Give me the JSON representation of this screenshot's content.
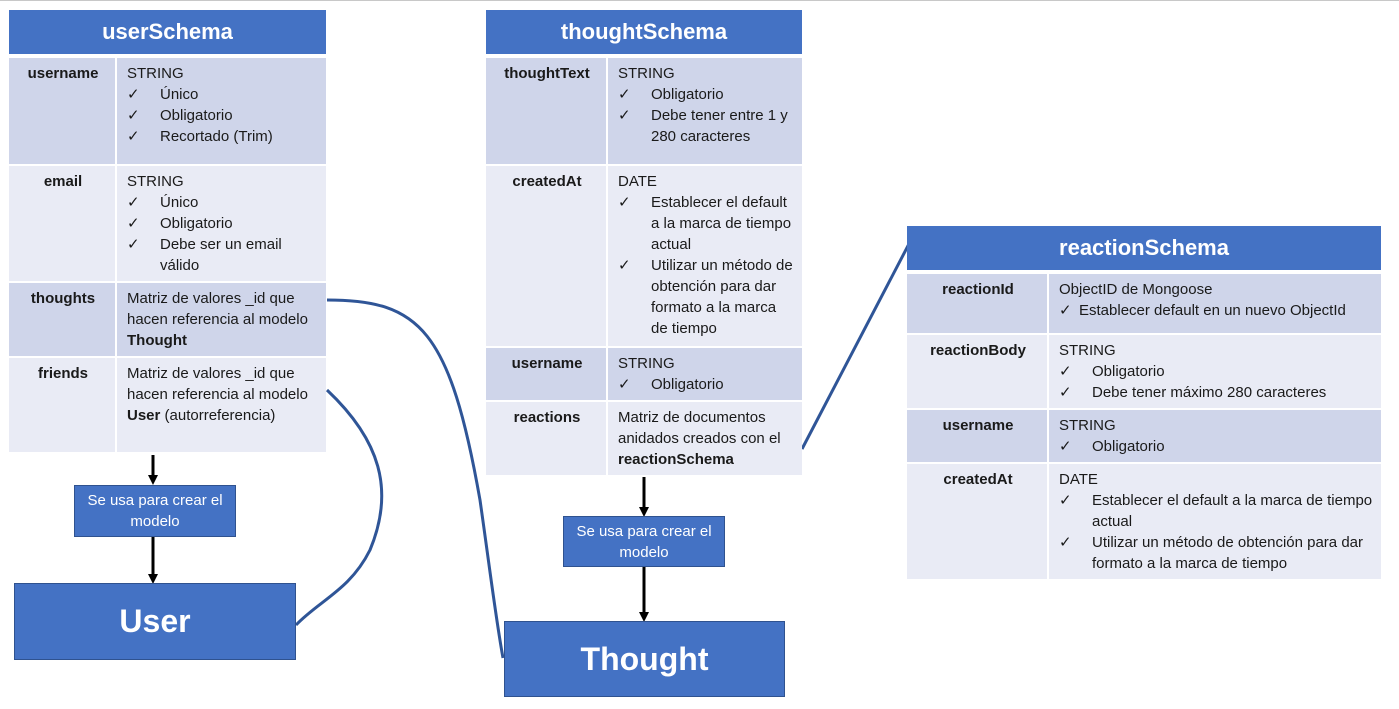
{
  "userSchema": {
    "title": "userSchema",
    "fields": [
      {
        "name": "username",
        "type": "STRING",
        "checks": [
          "Único",
          "Obligatorio",
          "Recortado (Trim)"
        ]
      },
      {
        "name": "email",
        "type": "STRING",
        "checks": [
          "Único",
          "Obligatorio",
          "Debe ser un email válido"
        ]
      },
      {
        "name": "thoughts",
        "desc_pre": "Matriz de valores _id que hacen referencia al modelo ",
        "desc_bold": "Thought",
        "desc_post": ""
      },
      {
        "name": "friends",
        "desc_pre": "Matriz de valores _id que hacen referencia al modelo ",
        "desc_bold": "User",
        "desc_post": " (autorreferencia)"
      }
    ]
  },
  "thoughtSchema": {
    "title": "thoughtSchema",
    "fields": [
      {
        "name": "thoughtText",
        "type": "STRING",
        "checks": [
          "Obligatorio",
          "Debe tener entre 1 y 280 caracteres"
        ]
      },
      {
        "name": "createdAt",
        "type": "DATE",
        "checks": [
          "Establecer el default a la marca de tiempo actual",
          "Utilizar un método de obtención para dar formato a la marca de tiempo"
        ]
      },
      {
        "name": "username",
        "type": "STRING",
        "checks": [
          "Obligatorio"
        ]
      },
      {
        "name": "reactions",
        "desc_pre": "Matriz de documentos anidados creados con el ",
        "desc_bold": "reactionSchema",
        "desc_post": ""
      }
    ]
  },
  "reactionSchema": {
    "title": "reactionSchema",
    "fields": [
      {
        "name": "reactionId",
        "type": "ObjectID de Mongoose",
        "checks": [
          "Establecer default en un nuevo ObjectId"
        ]
      },
      {
        "name": "reactionBody",
        "type": "STRING",
        "checks": [
          "Obligatorio",
          "Debe tener máximo 280 caracteres"
        ]
      },
      {
        "name": "username",
        "type": "STRING",
        "checks": [
          "Obligatorio"
        ]
      },
      {
        "name": "createdAt",
        "type": "DATE",
        "checks": [
          "Establecer el default a la marca de tiempo actual",
          "Utilizar un método de obtención para dar formato a la marca de tiempo"
        ]
      }
    ]
  },
  "check_mark": "✓",
  "use_box_label_1": "Se usa para crear el modelo",
  "use_box_label_2": "Se usa para crear el modelo",
  "models": {
    "user": "User",
    "thought": "Thought"
  },
  "colors": {
    "header": "#4472c4",
    "row_dark": "#cfd5ea",
    "row_light": "#e9ebf5",
    "connector": "#2f5597"
  }
}
